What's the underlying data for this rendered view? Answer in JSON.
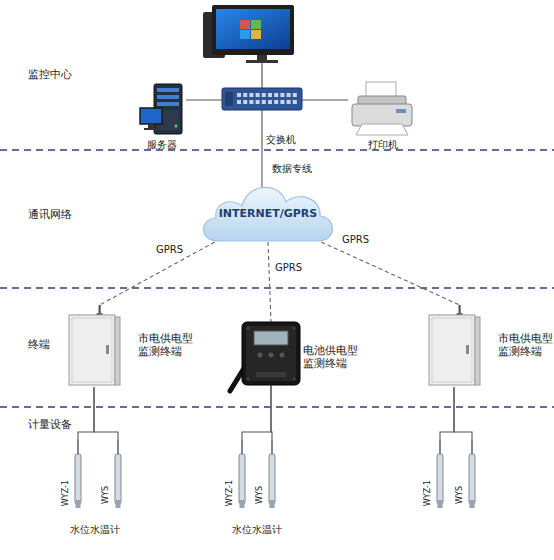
{
  "diagram": {
    "nodes": [
      {
        "text": [
          "服务器"
        ]
      },
      {
        "text": [
          "交换机"
        ]
      },
      {
        "text": [
          "打印机"
        ]
      },
      {
        "text": [
          "INTERNET/GPRS"
        ]
      },
      {
        "text": [
          "市电供电型 监测终端"
        ]
      },
      {
        "text": [
          "电池供电型 监测终端"
        ]
      },
      {
        "text": [
          "市电供电型 监测终端"
        ]
      },
      {
        "text": [
          "WYZ-1"
        ]
      },
      {
        "text": [
          "WYS"
        ]
      },
      {
        "text": [
          "WYZ-1"
        ]
      },
      {
        "text": [
          "WYS"
        ]
      },
      {
        "text": [
          "WYZ-1"
        ]
      },
      {
        "text": [
          "WYS"
        ]
      }
    ],
    "edges": [
      {
        "from": 0,
        "to": 1,
        "arrow": "none"
      },
      {
        "from": 1,
        "to": 2,
        "arrow": "none"
      },
      {
        "from": 1,
        "to": 3,
        "label": "数据专线",
        "arrow": "none"
      },
      {
        "from": 3,
        "to": 4,
        "label": "GPRS",
        "arrow": "none"
      },
      {
        "from": 3,
        "to": 5,
        "label": "GPRS",
        "arrow": "none"
      },
      {
        "from": 3,
        "to": 6,
        "label": "GPRS",
        "arrow": "none"
      },
      {
        "from": 4,
        "to": 7,
        "arrow": "none"
      },
      {
        "from": 4,
        "to": 8,
        "arrow": "none"
      },
      {
        "from": 5,
        "to": 9,
        "arrow": "none"
      },
      {
        "from": 5,
        "to": 10,
        "arrow": "none"
      },
      {
        "from": 6,
        "to": 11,
        "arrow": "none"
      },
      {
        "from": 6,
        "to": 12,
        "arrow": "none"
      }
    ],
    "labels": [
      "监控中心",
      "通讯网络",
      "终端",
      "计量设备",
      "水位水温计",
      "水位水温计"
    ]
  }
}
